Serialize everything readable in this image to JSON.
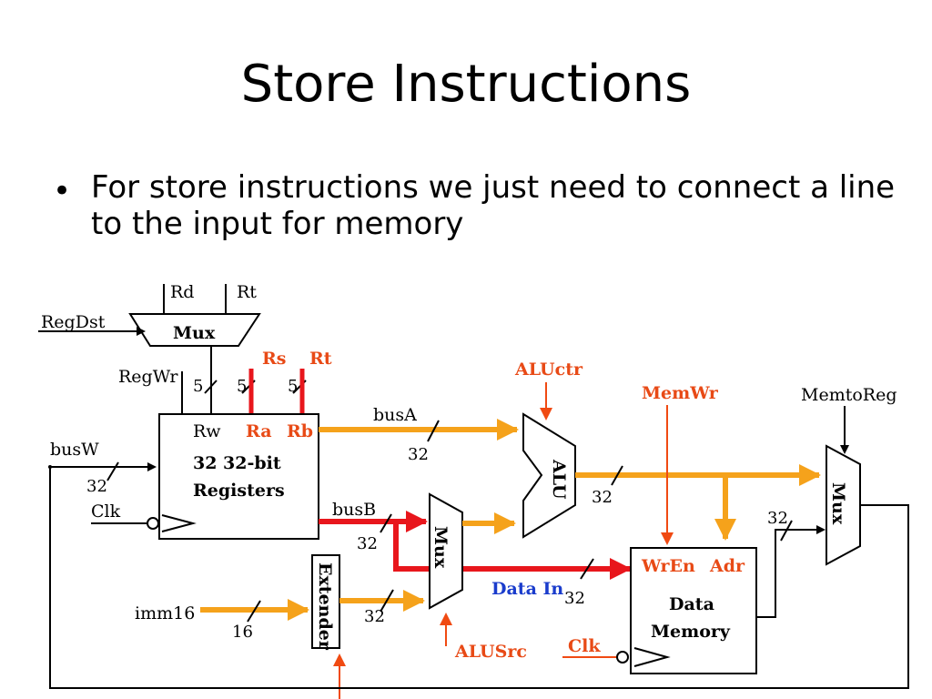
{
  "slide": {
    "title": "Store Instructions",
    "bullet": "For store instructions we just need to connect a line to the input for memory"
  },
  "diagram": {
    "rd": "Rd",
    "rt_top": "Rt",
    "regdst": "RegDst",
    "mux_top": "Mux",
    "rs": "Rs",
    "rt_red": "Rt",
    "regwr": "RegWr",
    "w5a": "5",
    "w5b": "5",
    "w5c": "5",
    "rw": "Rw",
    "ra": "Ra",
    "rb": "Rb",
    "reg_line1": "32 32-bit",
    "reg_line2": "Registers",
    "busw": "busW",
    "w32_busw": "32",
    "clk_reg": "Clk",
    "busa": "busA",
    "w32_busa": "32",
    "busb": "busB",
    "w32_busb": "32",
    "aluctr": "ALUctr",
    "alu": "ALU",
    "w32_alu": "32",
    "mux_alusrc": "Mux",
    "extender": "Extender",
    "imm16": "imm16",
    "w16": "16",
    "w32_ext": "32",
    "alusrc": "ALUSrc",
    "memwr": "MemWr",
    "memtoreg": "MemtoReg",
    "mux_out": "Mux",
    "w32_mem": "32",
    "wren": "WrEn",
    "adr": "Adr",
    "mem_line1": "Data",
    "mem_line2": "Memory",
    "data_in": "Data In",
    "w32_datain": "32",
    "clk_mem": "Clk",
    "colors": {
      "data_path": "#f5a21b",
      "store_path": "#e8161c",
      "control": "#e84a16",
      "data_in_label": "#1a3ccc"
    }
  }
}
